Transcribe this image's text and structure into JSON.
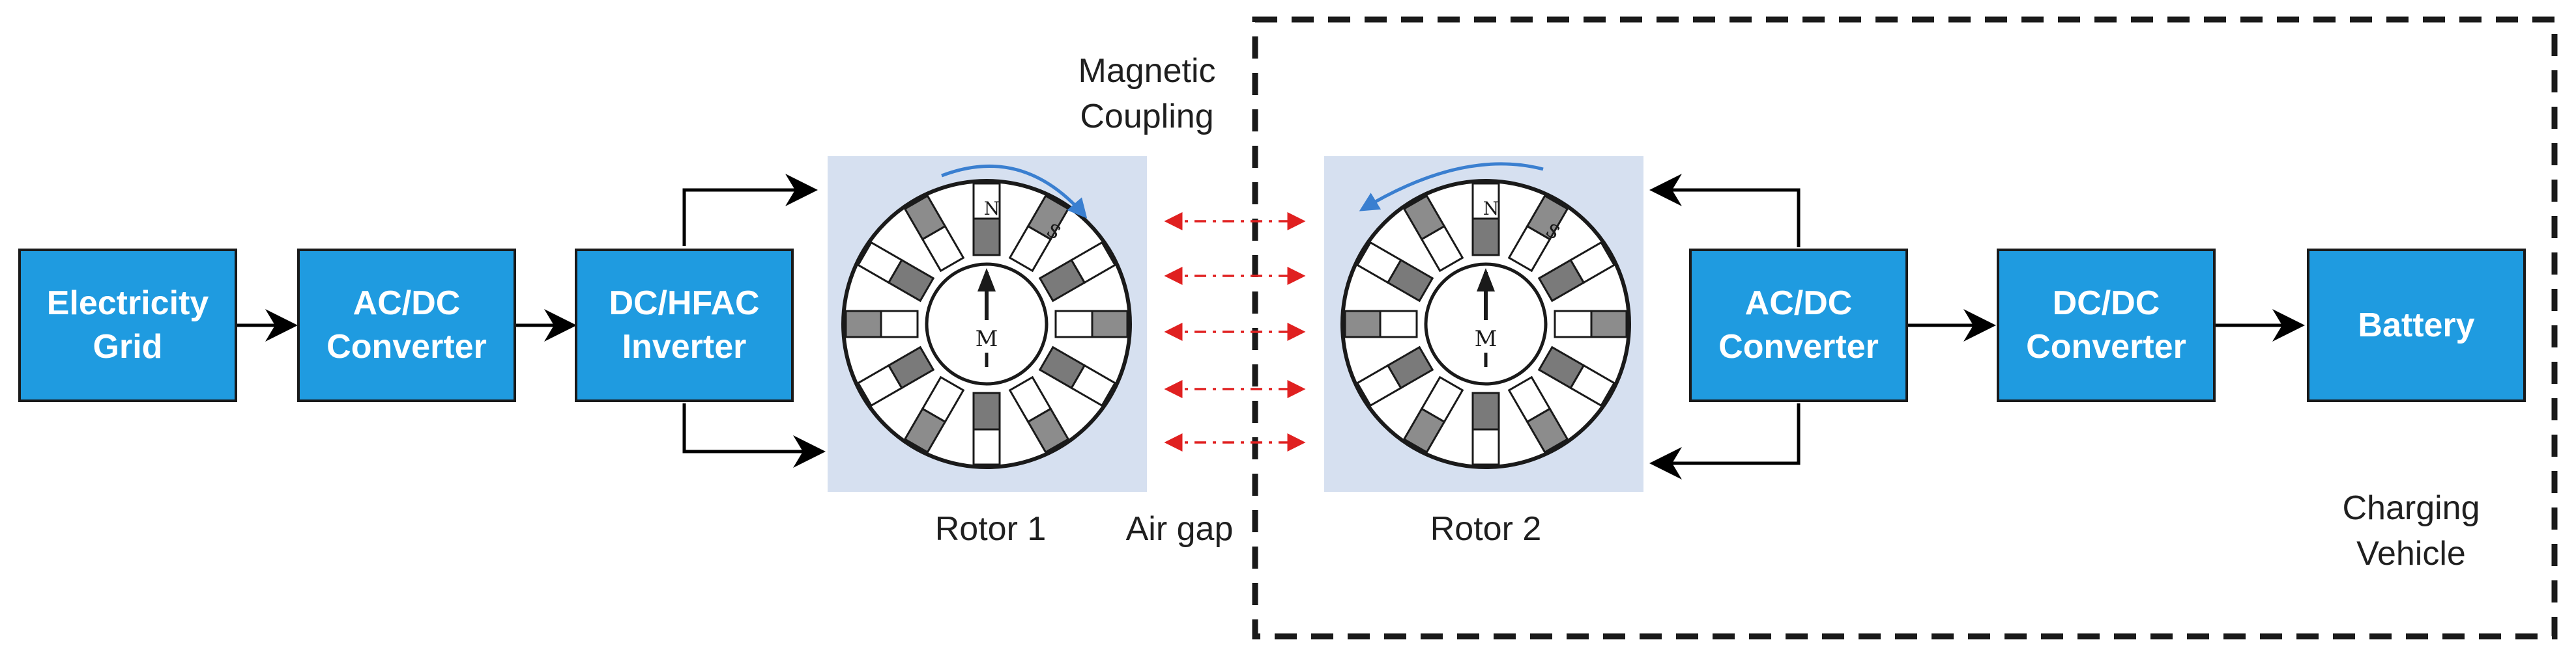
{
  "colors": {
    "block_fill": "#1f9be0",
    "block_text": "#ffffff",
    "rotor_panel": "#d6e0f0",
    "rotation_arrow": "#3a7fd0",
    "field_arrow": "#e02020",
    "connector": "#000000"
  },
  "blocks": {
    "electricity_grid": [
      "Electricity",
      "Grid"
    ],
    "ac_dc_converter_left": [
      "AC/DC",
      "Converter"
    ],
    "dc_hfac_inverter": [
      "DC/HFAC",
      "Inverter"
    ],
    "ac_dc_converter_right": [
      "AC/DC",
      "Converter"
    ],
    "dc_dc_converter": [
      "DC/DC",
      "Converter"
    ],
    "battery": [
      "Battery"
    ]
  },
  "labels": {
    "magnetic_coupling": [
      "Magnetic",
      "Coupling"
    ],
    "rotor1": "Rotor 1",
    "air_gap": "Air gap",
    "rotor2": "Rotor 2",
    "charging_vehicle": [
      "Charging",
      "Vehicle"
    ]
  },
  "rotor": {
    "north": "N",
    "south": "S",
    "magnet": "M"
  }
}
